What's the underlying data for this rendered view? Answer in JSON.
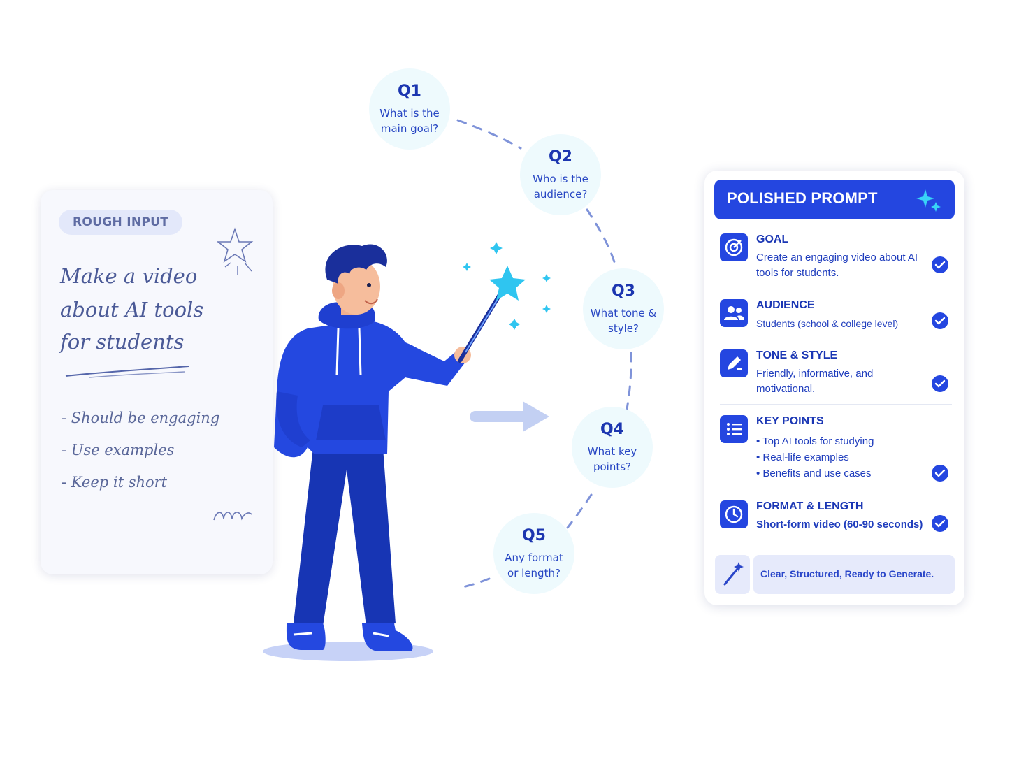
{
  "rough_input": {
    "label": "ROUGH INPUT",
    "lines": [
      "Make a video",
      "about AI tools",
      "for students"
    ],
    "notes": [
      "- Should be engaging",
      "- Use examples",
      "- Keep it short"
    ]
  },
  "questions": [
    {
      "num": "Q1",
      "text": "What is the main goal?"
    },
    {
      "num": "Q2",
      "text": "Who is the audience?"
    },
    {
      "num": "Q3",
      "text": "What tone & style?"
    },
    {
      "num": "Q4",
      "text": "What key points?"
    },
    {
      "num": "Q5",
      "text": "Any format or length?"
    }
  ],
  "polished": {
    "title": "POLISHED PROMPT",
    "rows": [
      {
        "title": "GOAL",
        "body": "Create an engaging video about AI tools for students.",
        "icon": "target-icon"
      },
      {
        "title": "AUDIENCE",
        "body": "Students (school & college level)",
        "icon": "users-icon"
      },
      {
        "title": "TONE & STYLE",
        "body": "Friendly, informative, and motivational.",
        "icon": "pen-icon"
      },
      {
        "title": "KEY POINTS",
        "bullets": [
          "Top AI tools for studying",
          "Real-life examples",
          "Benefits and use cases"
        ],
        "icon": "list-icon"
      },
      {
        "title": "FORMAT & LENGTH",
        "body": "Short-form video (60-90 seconds)",
        "icon": "clock-icon"
      }
    ],
    "footer": "Clear, Structured, Ready to Generate."
  },
  "colors": {
    "accent": "#2446e0",
    "bubble": "#eefafd",
    "card": "#f7f8fd",
    "sparkle": "#2fc5f0"
  }
}
